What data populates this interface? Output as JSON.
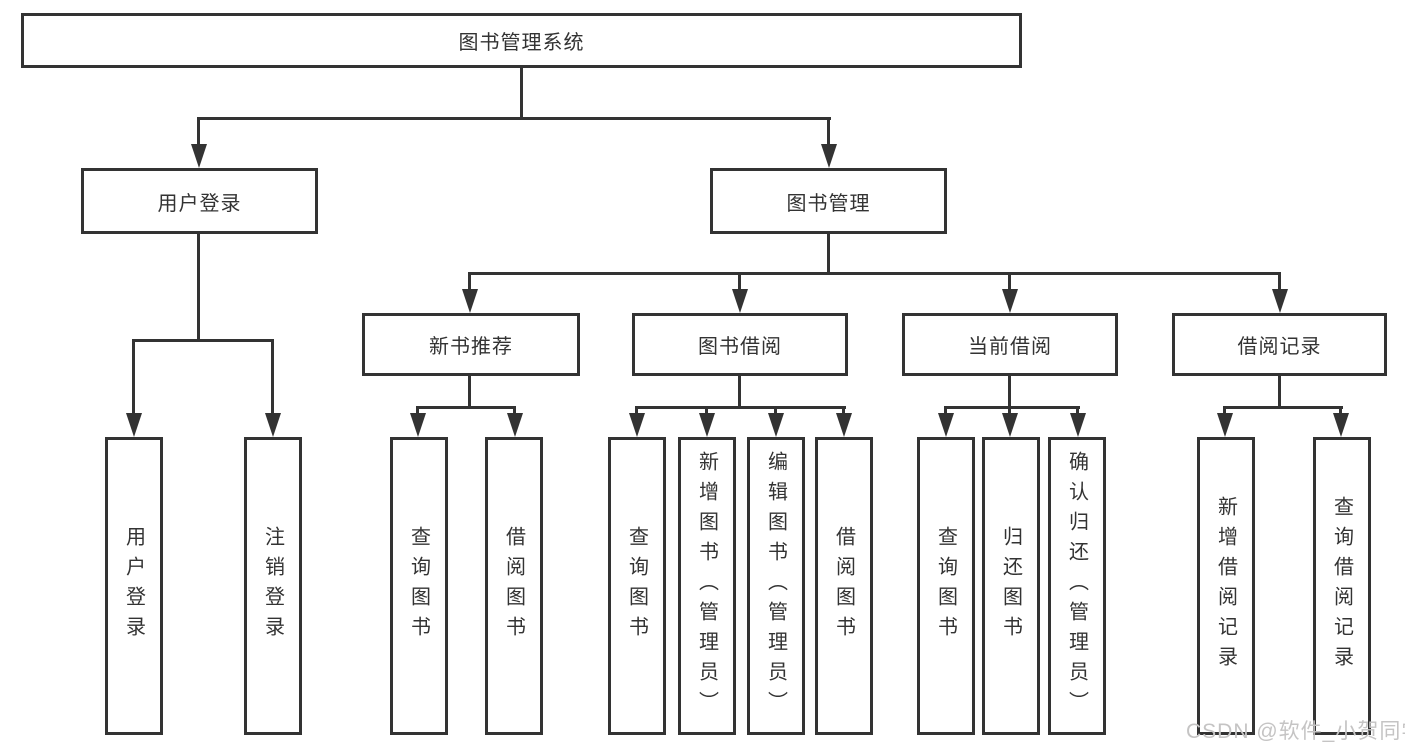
{
  "diagram_type": "hierarchy-tree",
  "watermark": "CSDN @软件_小贺同学",
  "colors": {
    "line": "#333333",
    "text": "#333333",
    "box_background": "#ffffff",
    "watermark": "#c5c4c4"
  },
  "tree": {
    "label": "图书管理系统",
    "children": [
      {
        "label": "用户登录",
        "children": [
          {
            "label": "用户登录"
          },
          {
            "label": "注销登录"
          }
        ]
      },
      {
        "label": "图书管理",
        "children": [
          {
            "label": "新书推荐",
            "children": [
              {
                "label": "查询图书"
              },
              {
                "label": "借阅图书"
              }
            ]
          },
          {
            "label": "图书借阅",
            "children": [
              {
                "label": "查询图书"
              },
              {
                "label": "新增图书（管理员）"
              },
              {
                "label": "编辑图书（管理员）"
              },
              {
                "label": "借阅图书"
              }
            ]
          },
          {
            "label": "当前借阅",
            "children": [
              {
                "label": "查询图书"
              },
              {
                "label": "归还图书"
              },
              {
                "label": "确认归还（管理员）"
              }
            ]
          },
          {
            "label": "借阅记录",
            "children": [
              {
                "label": "新增借阅记录"
              },
              {
                "label": "查询借阅记录"
              }
            ]
          }
        ]
      }
    ]
  }
}
